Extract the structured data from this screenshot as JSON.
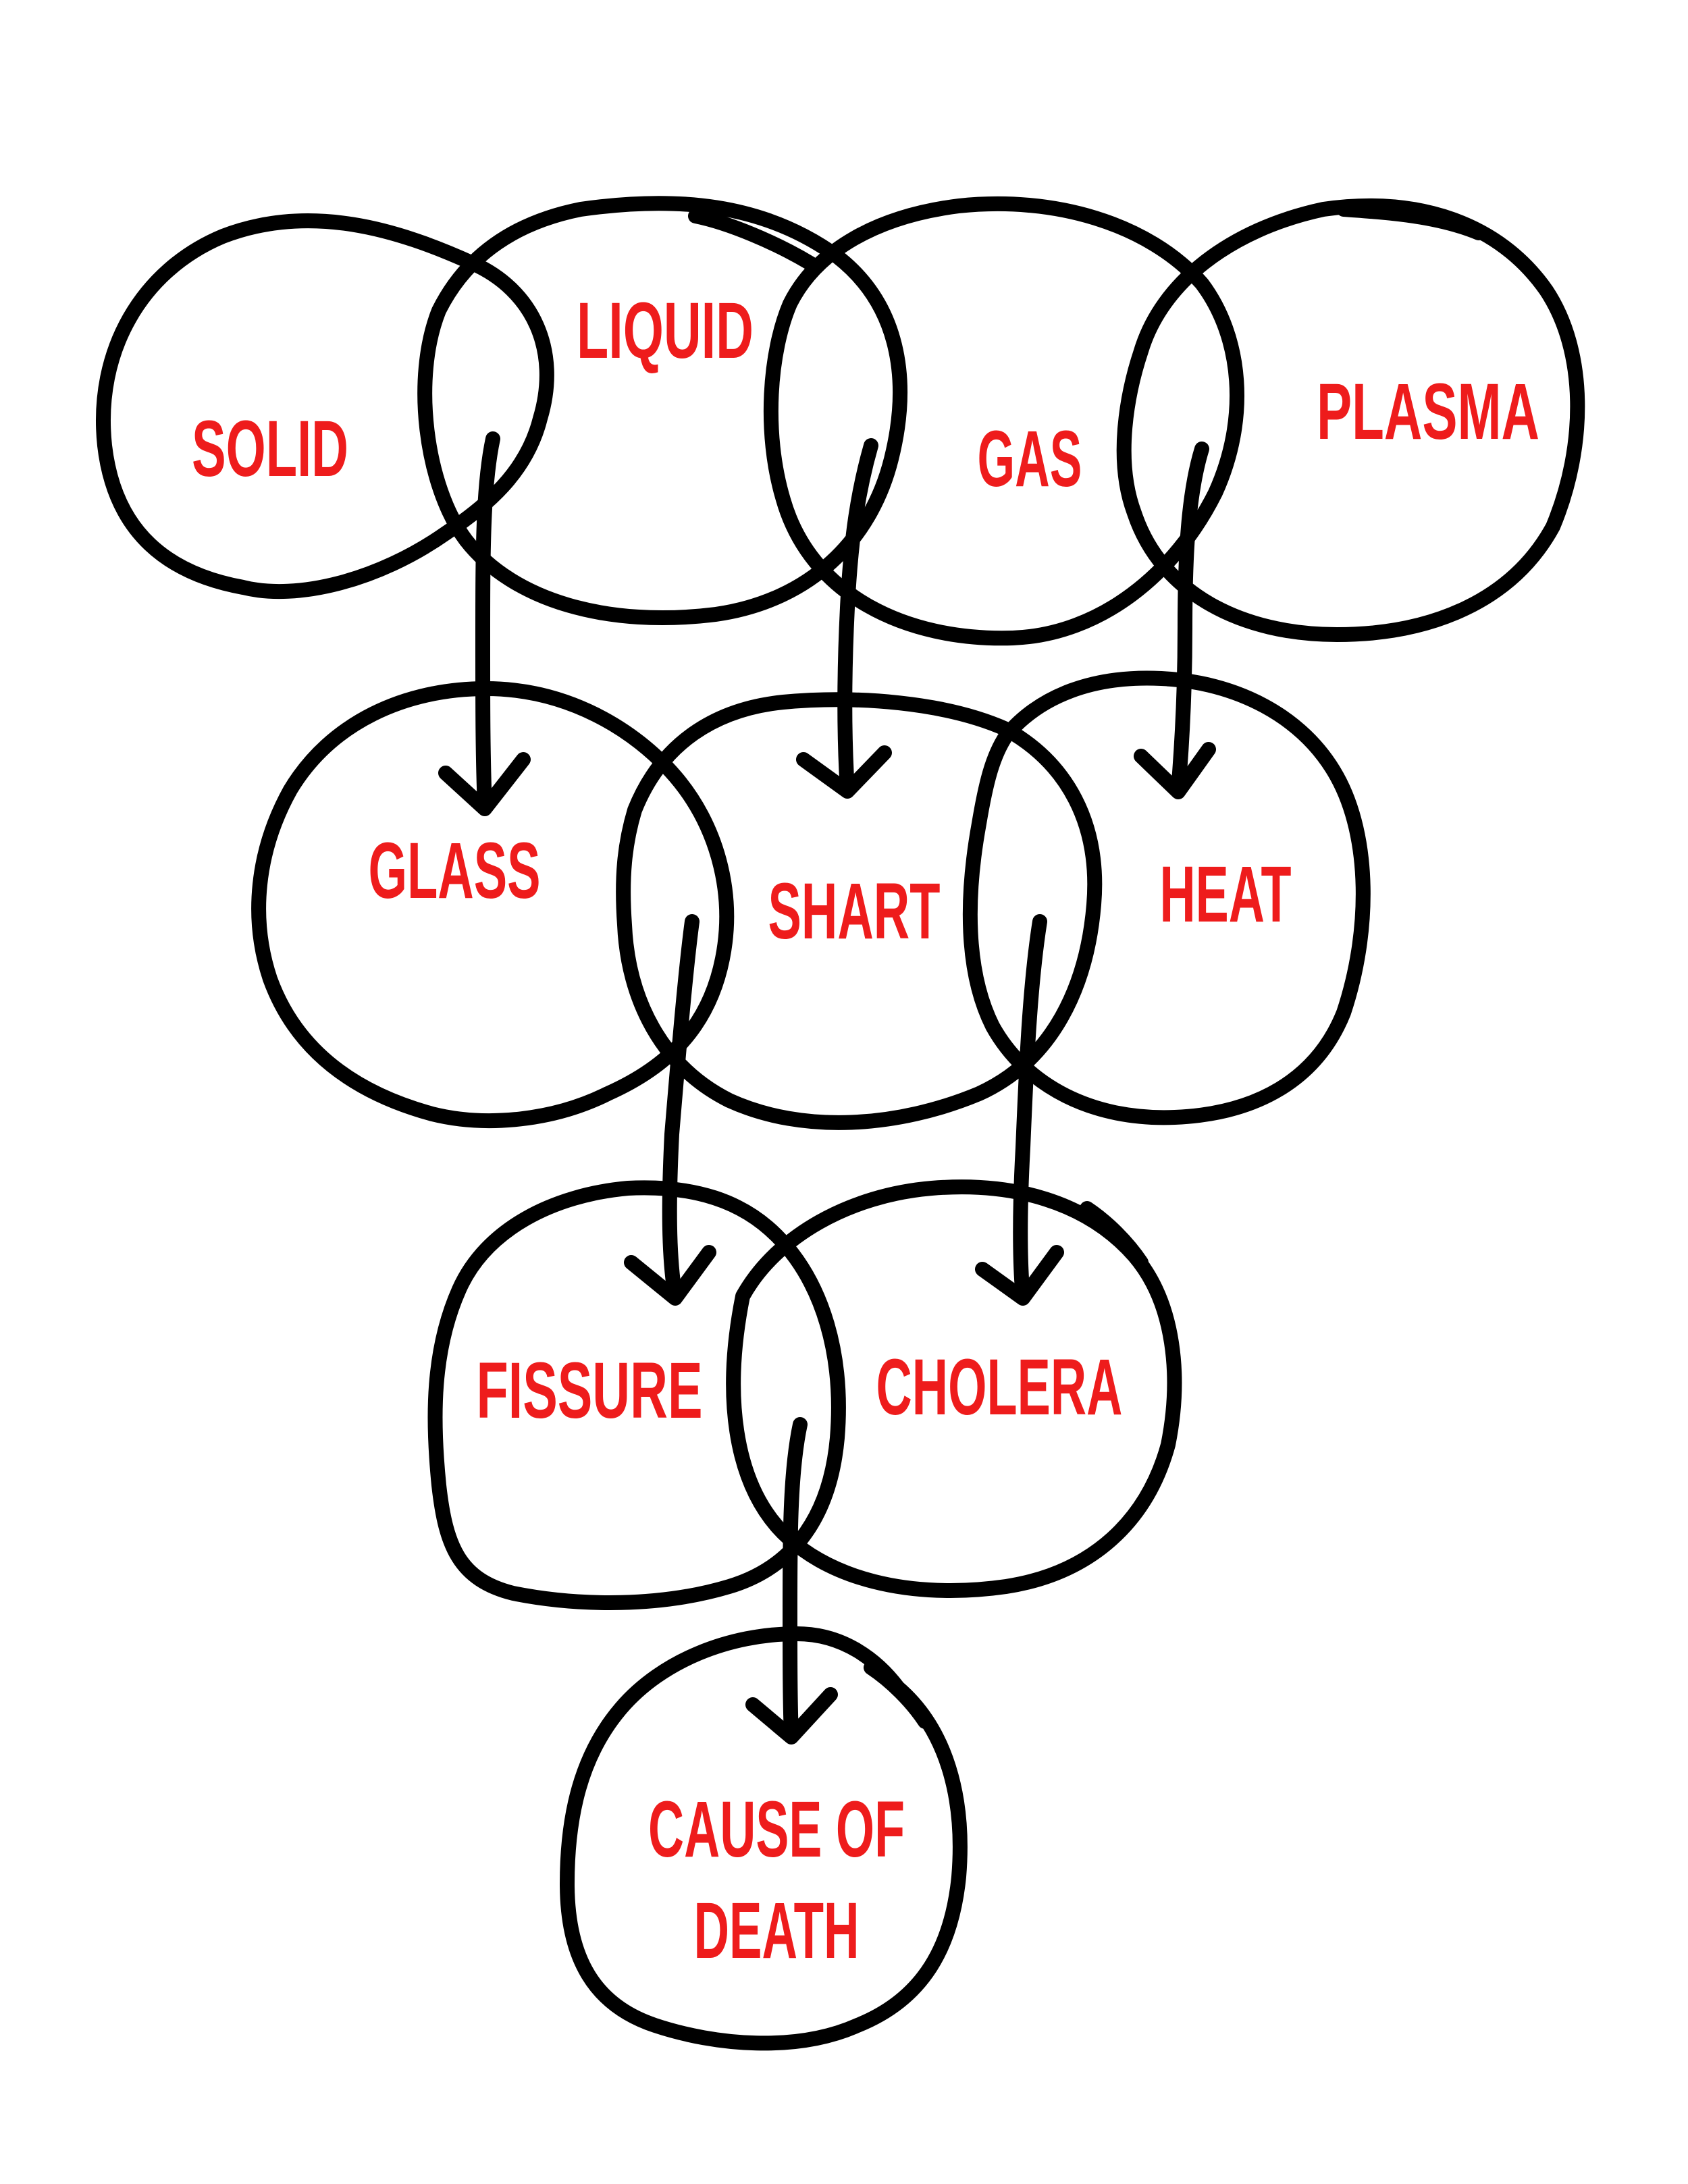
{
  "diagram": {
    "label_color": "#ee1c1c",
    "line_color": "#000000",
    "row1": {
      "solid": "SOLID",
      "liquid": "LIQUID",
      "gas": "GAS",
      "plasma": "PLASMA"
    },
    "row2": {
      "glass": "GLASS",
      "shart": "SHART",
      "heat": "HEAT"
    },
    "row3": {
      "fissure": "FISSURE",
      "cholera": "CHOLERA"
    },
    "row4": {
      "cause_line1": "CAUSE OF",
      "cause_line2": "DEATH"
    }
  }
}
